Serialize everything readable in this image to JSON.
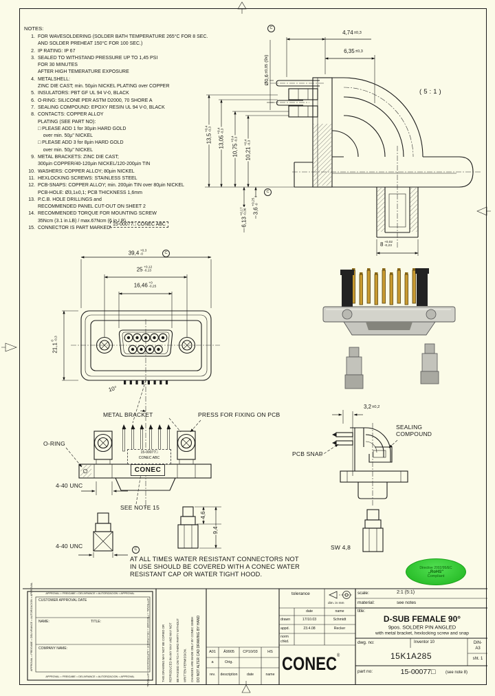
{
  "notes": {
    "heading": "NOTES:",
    "items": [
      {
        "num": "1.",
        "text": "FOR WAVESOLDERING (SOLDER BATH TEMPERATURE 265°C FOR 8 SEC.\nAND SOLDER PREHEAT 150°C FOR 100 SEC.)"
      },
      {
        "num": "2.",
        "text": "IP RATING: IP 67"
      },
      {
        "num": "3.",
        "text": "SEALED TO WITHSTAND PRESSURE UP TO 1,45 PSI\nFOR 30 MINUTES\nAFTER HIGH TEMERATURE EXPOSURE"
      },
      {
        "num": "4.",
        "text": "METALSHELL:\nZINC DIE CAST; min. 50µin NICKEL PLATING over COPPER"
      },
      {
        "num": "5.",
        "text": "INSULATORS: PBT GF UL 94 V-0, BLACK"
      },
      {
        "num": "6.",
        "text": "O-RING: SILICONE PER ASTM D2000, 70 SHORE A"
      },
      {
        "num": "7.",
        "text": "SEALING COMPOUND: EPOXY RESIN UL 94 V-0, BLACK"
      },
      {
        "num": "8.",
        "text": "CONTACTS: COPPER ALLOY\nPLATING (SEE PART NO):\n□ PLEASE ADD 1 for 30µin HARD GOLD\n    over min. 50µ\" NICKEL\n□ PLEASE ADD 3 for 8µin HARD GOLD\n    over min. 50µ\" NICKEL"
      },
      {
        "num": "9.",
        "text": "METAL BRACKETS: ZINC DIE CAST;\n300µin COPPER/40-120µin NICKEL/120-200µin TIN"
      },
      {
        "num": "10.",
        "text": "WASHERS: COPPER ALLOY; 80µin NICKEL"
      },
      {
        "num": "11.",
        "text": "HEXLOCKING SCREWS: STAINLESS STEEL"
      },
      {
        "num": "12.",
        "text": "PCB-SNAPS: COPPER ALLOY; min. 200µin TIN over 80µin NICKEL\nPCB-HOLE: Ø3,1±0,1; PCB THICKNESS 1,6mm"
      },
      {
        "num": "13.",
        "text": "P.C.B. HOLE DRILLINGS and\nRECOMMENDED PANEL CUT-OUT ON SHEET 2"
      },
      {
        "num": "14.",
        "text": "RECOMMENDED TORQUE FOR MOUNTING SCREW\n35Ncm (3.1 in.LB) / max.67Ncm (6 in.LB)"
      },
      {
        "num": "15.",
        "text": "CONNECTOR IS PART MARKED:"
      }
    ],
    "part_mark": "15-00077□  CONEC  ABC"
  },
  "dims": {
    "d474": {
      "v": "4,74",
      "pm": "±0,3"
    },
    "d635": {
      "v": "6,35",
      "pm": "±0,3"
    },
    "pin_dia": {
      "v": "Ø0,6",
      "pm": "±0,05",
      "n": "(9x)"
    },
    "scale_51": "( 5 : 1 )",
    "d135": {
      "v": "13,5",
      "up": "+0,4",
      "dn": "-0,3"
    },
    "d1305": {
      "v": "13,05",
      "up": "+0,4",
      "dn": "-0,3"
    },
    "d1075": {
      "v": "10,75",
      "up": "+0,4",
      "dn": "-0,3"
    },
    "d1021": {
      "v": "10,21",
      "up": "+0,4",
      "dn": "-0,3"
    },
    "d613": {
      "v": "6,13",
      "up": "+0,17",
      "dn": "-0,36"
    },
    "d36": {
      "v": "3,6",
      "up": "+0,25",
      "dn": "-0"
    },
    "d8": {
      "v": "8",
      "up": "+0,02",
      "dn": "-0,23"
    },
    "d394": {
      "v": "39,4",
      "up": "+0,3",
      "dn": "-0"
    },
    "d25": {
      "v": "25",
      "up": "+0,12",
      "dn": "-0,13"
    },
    "d1646": {
      "v": "16,46",
      "up": "+0",
      "dn": "-0,25"
    },
    "d211": {
      "v": "21,1",
      "up": "0",
      "dn": "-0,3"
    },
    "a10": "10°",
    "d32": {
      "v": "3,2",
      "pm": "±0,2"
    },
    "d46": "4,6",
    "d94": "9,4",
    "sw": "SW 4,8"
  },
  "icons": {
    "circled_c": "C"
  },
  "callouts": {
    "metal_bracket": "METAL BRACKET",
    "press_fix": "PRESS  FOR FIXING ON PCB",
    "o_ring": "O-RING",
    "unc1": "4-40 UNC",
    "see_note": "SEE NOTE 15",
    "unc2": "4-40 UNC",
    "pcb_snap": "PCB SNAP",
    "sealing": "SEALING\nCOMPOUND",
    "marking_line1": "15-00077□",
    "marking_line2": "CONEC  ABC",
    "marking_logo": "CONEC"
  },
  "warning": "AT ALL TIMES WATER RESISTANT CONNECTORS NOT\nIN USE SHOULD BE COVERED WITH A CONEC WATER\nRESISTANT CAP OR WATER TIGHT HOOD.",
  "rohs": {
    "line1": "Directive 2002/95/EC",
    "line2": "„RoHS\"",
    "line3": "Compliant"
  },
  "titleblock": {
    "approval": {
      "border_text": "APPROVAL = FREIGABE = DELIVRANCE = AUTORIZACION = APPROVAL",
      "customer": "CUSTOMER APPROVAL DATE",
      "name": "NAME:",
      "title": "TITLE:",
      "company": "COMPANY NAME:"
    },
    "disclaimer1": "THIS DRAWING MAY NOT BE COPIED OR\nREPRODUCED IN ANY WAY AND MAY NOT\nBE PASSED ON TO A THIRD PARTY WITHOUT\nWRITTEN PERMISSION.\nCHANGES ARE MADE ONLY BY CONEC GMBH",
    "disclaimer2": "DO NOT ALTER CAD DRAWING BY HAND",
    "revisions": {
      "header": {
        "rev": "rev.",
        "description": "description",
        "date": "date",
        "name": "name"
      },
      "row1": {
        "rev": "A01",
        "description": "Ä9905",
        "date": "CP10/03",
        "name": "HS"
      },
      "row2": {
        "rev": "a",
        "description": "Orig.",
        "date": "",
        "name": ""
      }
    },
    "signoff": {
      "date_h": "date",
      "name_h": "name",
      "drawn_l": "drawn",
      "drawn_date": "17/10.03",
      "drawn_name": "Schmidt",
      "appd_l": "appd.",
      "appd_date": "23.4.08",
      "appd_name": "Recker",
      "norm_l": "norm",
      "chkd_l": "chkd."
    },
    "tolerance_label": "tolerance",
    "dim_note": "dim. in mm",
    "scale_label": "scale:",
    "scale_value": "2:1 (5:1)",
    "material_label": "material:",
    "material_value": "see notes",
    "title_label": "title:",
    "title_line1": "D-SUB FEMALE 90°",
    "title_line2": "9pos. SOLDER PIN ANGLED",
    "title_line3": "with metal bracket, hexlocking screw and snap",
    "dwgno_label": "dwg. no:",
    "cad": "Inventor 10",
    "dwgno": "15K1A285",
    "format_1": "DIN-",
    "format_2": "A3",
    "sheet": "sht. 1",
    "partno_label": "part no:",
    "partno": "15-00077□",
    "partno_note": "(see note 8)",
    "logo": "CONEC",
    "logo_reg": "®"
  }
}
